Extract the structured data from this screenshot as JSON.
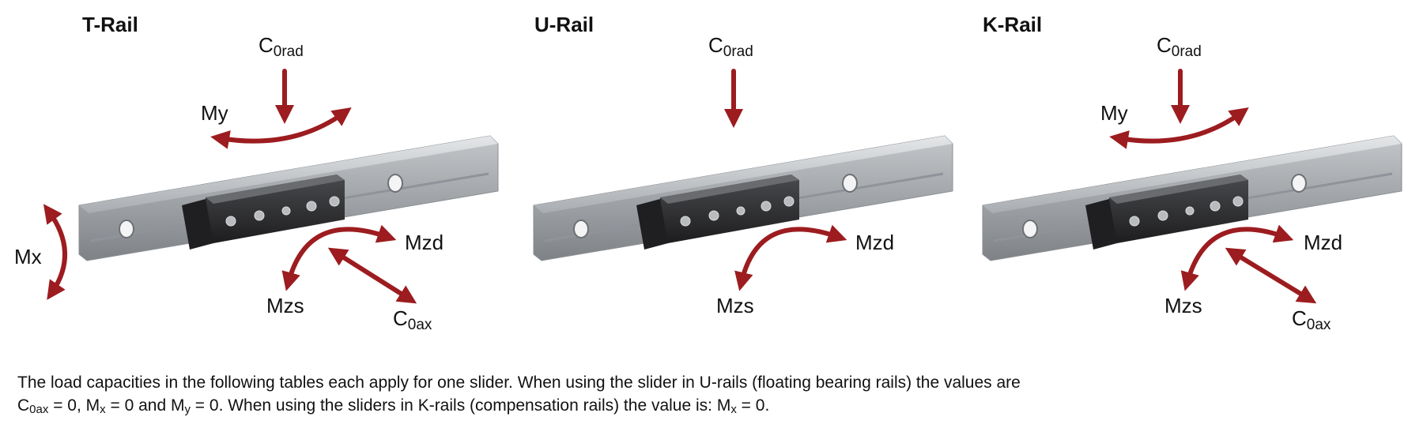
{
  "panels": [
    {
      "title": "T-Rail",
      "labels": {
        "c0rad_main": "C",
        "c0rad_sub": "0rad",
        "my": "My",
        "mx": "Mx",
        "mzd": "Mzd",
        "mzs": "Mzs",
        "c0ax_main": "C",
        "c0ax_sub": "0ax"
      }
    },
    {
      "title": "U-Rail",
      "labels": {
        "c0rad_main": "C",
        "c0rad_sub": "0rad",
        "mzd": "Mzd",
        "mzs": "Mzs"
      }
    },
    {
      "title": "K-Rail",
      "labels": {
        "c0rad_main": "C",
        "c0rad_sub": "0rad",
        "my": "My",
        "mzd": "Mzd",
        "mzs": "Mzs",
        "c0ax_main": "C",
        "c0ax_sub": "0ax"
      }
    }
  ],
  "caption": {
    "line1": "The load capacities in the following tables each apply for one slider. When using the slider in U-rails (floating bearing rails) the values are",
    "c_main": "C",
    "c_sub": "0ax",
    "part_a": " = 0, M",
    "mx_sub": "x",
    "part_b": " = 0 and M",
    "my_sub": "y",
    "part_c": " = 0. When using the sliders in K-rails (compensation rails) the value is: M",
    "mx_sub2": "x",
    "part_d": " = 0."
  },
  "colors": {
    "arrow": "#9c1c1f",
    "rail": "#b9bcbf",
    "slider": "#2b2b2d"
  }
}
